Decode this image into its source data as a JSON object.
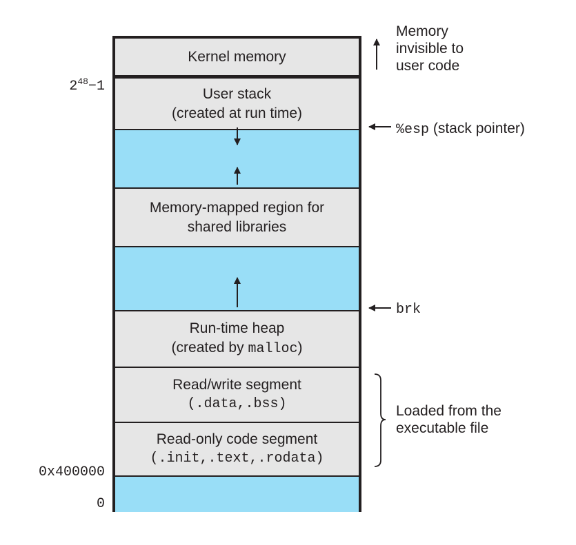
{
  "diagram": {
    "segments": [
      {
        "id": "kernel",
        "lines": [
          "Kernel memory"
        ],
        "fill": "gray"
      },
      {
        "id": "user-stack",
        "lines": [
          "User stack",
          "(created at run time)"
        ],
        "fill": "gray"
      },
      {
        "id": "stack-heap-gap",
        "lines": [],
        "fill": "blue"
      },
      {
        "id": "shared-libs",
        "lines": [
          "Memory-mapped region for",
          "shared libraries"
        ],
        "fill": "gray"
      },
      {
        "id": "heap-gap",
        "lines": [],
        "fill": "blue"
      },
      {
        "id": "heap",
        "line1": "Run-time heap",
        "line2_prefix": "(created by ",
        "line2_code": "malloc",
        "line2_suffix": ")",
        "fill": "gray"
      },
      {
        "id": "rw-segment",
        "line1": "Read/write segment",
        "line2_code": "(.data,.bss)",
        "fill": "gray"
      },
      {
        "id": "ro-segment",
        "line1": "Read-only code segment",
        "line2_code": "(.init,.text,.rodata)",
        "fill": "gray"
      },
      {
        "id": "unused-low",
        "lines": [],
        "fill": "blue"
      }
    ],
    "addresses": {
      "top_base": "2",
      "top_exp": "48",
      "top_suffix": "−1",
      "code_start": "0x400000",
      "zero": "0"
    },
    "annotations": {
      "kernel_note": [
        "Memory",
        "invisible to",
        "user code"
      ],
      "esp_code": "%esp",
      "esp_text": "(stack pointer)",
      "brk_code": "brk",
      "loaded_note": [
        "Loaded from the",
        "executable file"
      ]
    },
    "colors": {
      "region_gray": "#e6e6e6",
      "region_blue": "#99def7",
      "ink": "#231f20"
    }
  }
}
